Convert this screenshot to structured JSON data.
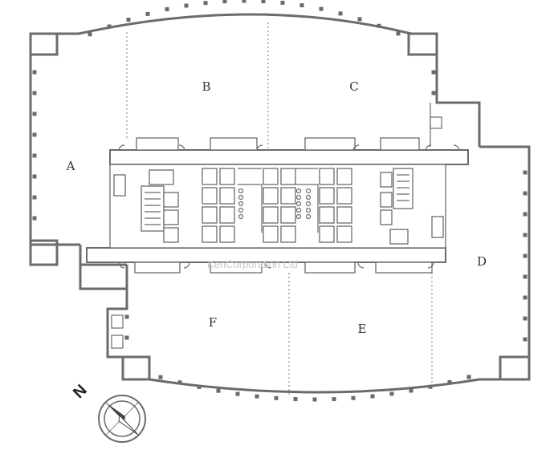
{
  "zones": [
    {
      "id": "A",
      "label": "A"
    },
    {
      "id": "B",
      "label": "B"
    },
    {
      "id": "C",
      "label": "C"
    },
    {
      "id": "D",
      "label": "D"
    },
    {
      "id": "E",
      "label": "E"
    },
    {
      "id": "F",
      "label": "F"
    }
  ],
  "compass": {
    "north_label": "N"
  },
  "watermark": "KenCorporation Ltd",
  "colors": {
    "wall": "#6b6b6b",
    "background": "#ffffff",
    "text": "#333333"
  }
}
